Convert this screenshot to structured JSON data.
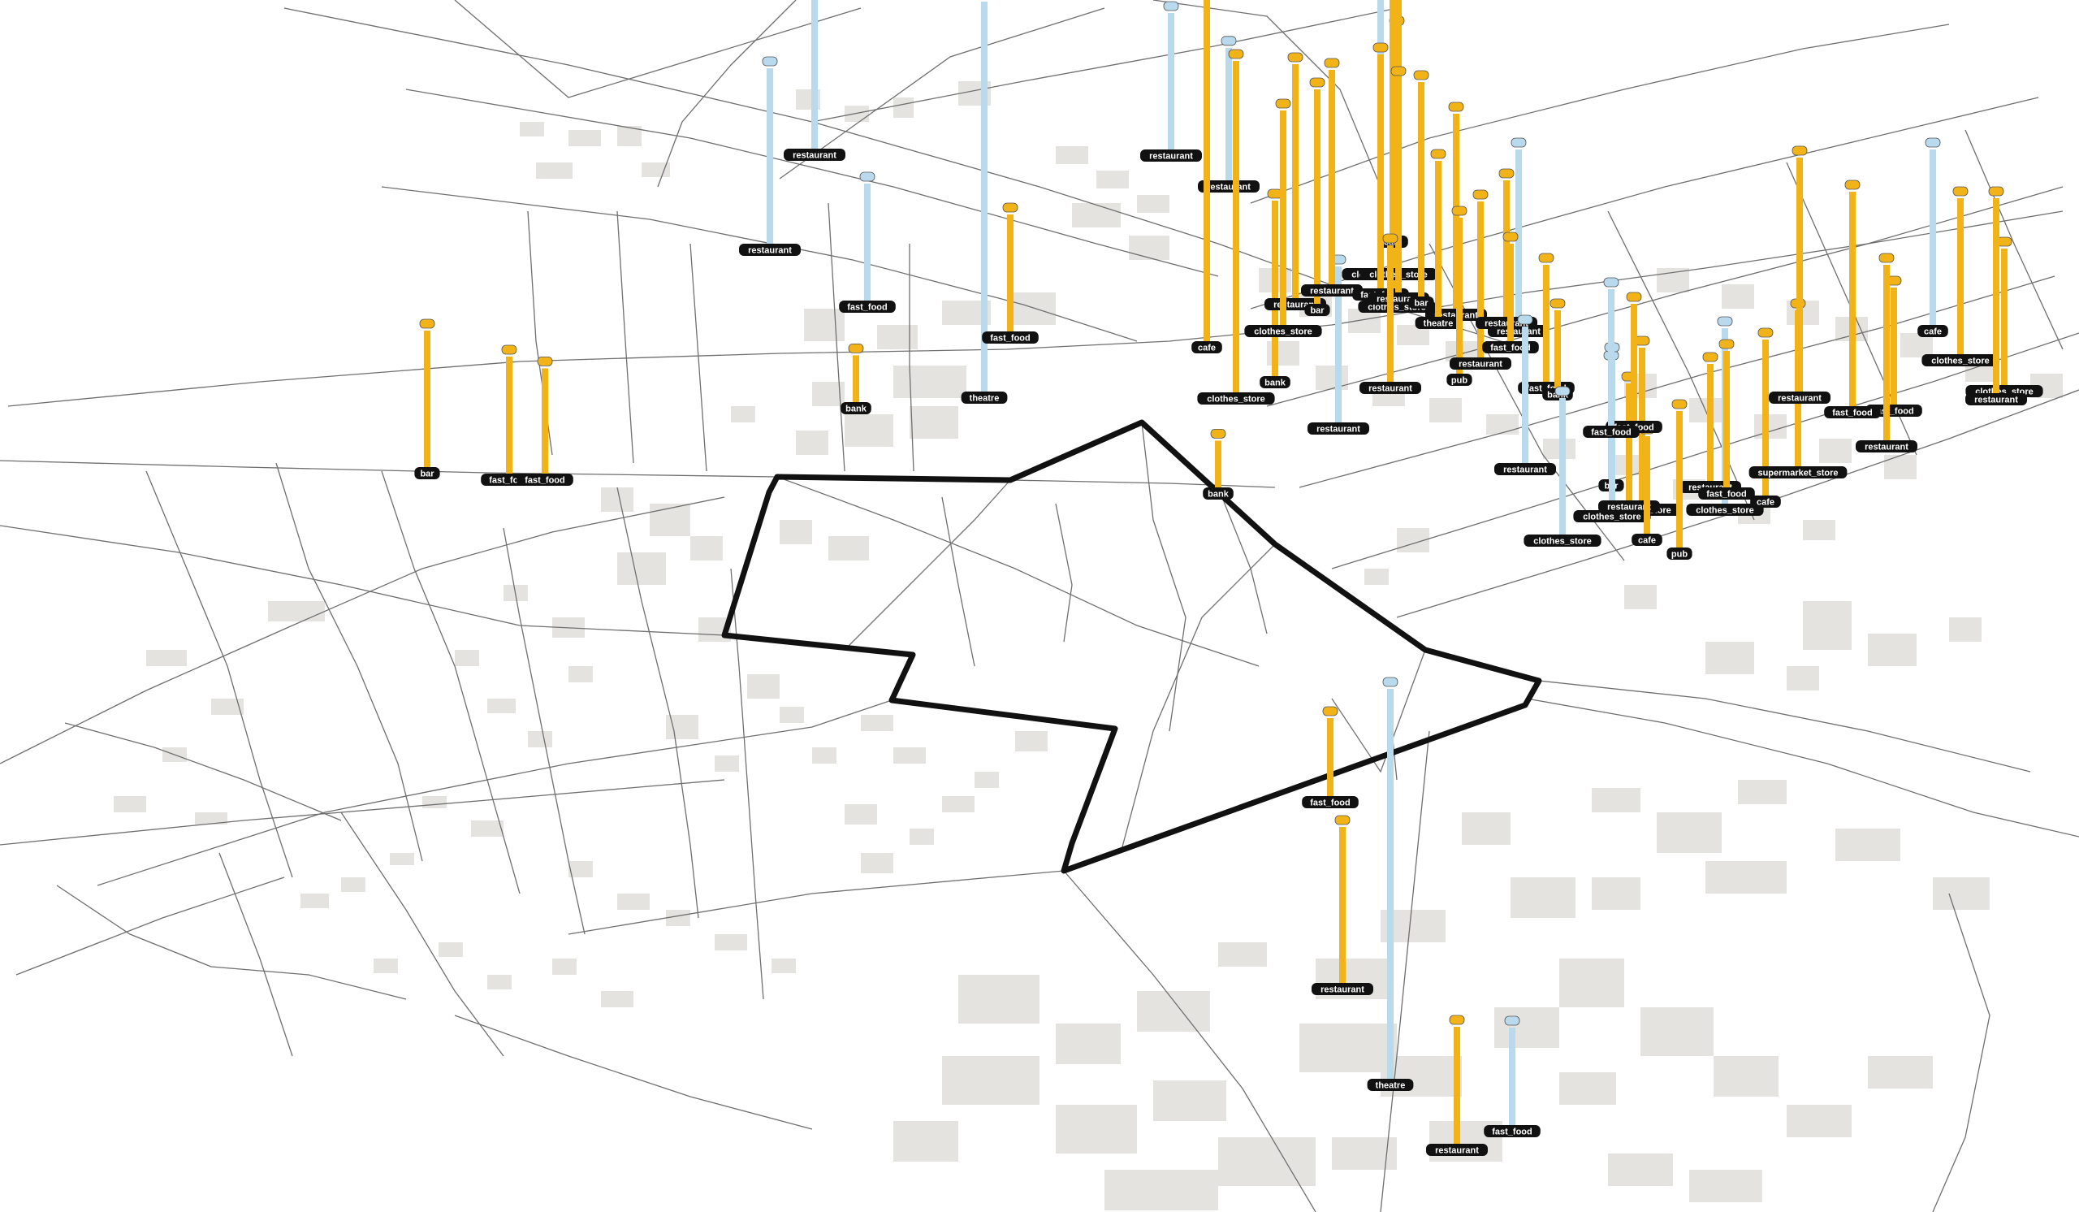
{
  "map": {
    "colors": {
      "background": "#ffffff",
      "road": "#6f6f6f",
      "building": "#e5e3e0",
      "site_boundary": "#111111",
      "bar_orange": "#f2b318",
      "bar_blue": "#b9d9ec",
      "label_bg": "#111111",
      "label_text": "#ffffff"
    },
    "pois": [
      {
        "label": "restaurant",
        "type": "blue",
        "value": 0.55
      },
      {
        "label": "restaurant",
        "type": "blue",
        "value": 0.45
      },
      {
        "label": "fast_food",
        "type": "blue",
        "value": 0.3
      },
      {
        "label": "theatre",
        "type": "blue",
        "value": 1.0
      },
      {
        "label": "fast_food",
        "type": "orange",
        "value": 0.3
      },
      {
        "label": "bank",
        "type": "orange",
        "value": 0.12
      },
      {
        "label": "bar",
        "type": "orange",
        "value": 0.35
      },
      {
        "label": "fast_food",
        "type": "orange",
        "value": 0.3
      },
      {
        "label": "fast_food",
        "type": "orange",
        "value": 0.27
      },
      {
        "label": "restaurant",
        "type": "blue",
        "value": 0.35
      },
      {
        "label": "restaurant",
        "type": "blue",
        "value": 0.34
      },
      {
        "label": "cafe",
        "type": "orange",
        "value": 0.95
      },
      {
        "label": "clothes_store",
        "type": "orange",
        "value": 0.85
      },
      {
        "label": "bank",
        "type": "orange",
        "value": 0.45
      },
      {
        "label": "restaurant",
        "type": "orange",
        "value": 0.6
      },
      {
        "label": "bar",
        "type": "orange",
        "value": 0.55
      },
      {
        "label": "clothes_store",
        "type": "orange",
        "value": 0.55
      },
      {
        "label": "restaurant",
        "type": "blue",
        "value": 0.4
      },
      {
        "label": "restaurant",
        "type": "orange",
        "value": 0.55
      },
      {
        "label": "clothes_store",
        "type": "orange",
        "value": 0.7
      },
      {
        "label": "cafe",
        "type": "orange",
        "value": 0.7
      },
      {
        "label": "clothes_store",
        "type": "blue",
        "value": 0.7
      },
      {
        "label": "clothes_store",
        "type": "orange",
        "value": 0.7
      },
      {
        "label": "fast_food",
        "type": "orange",
        "value": 0.6
      },
      {
        "label": "restaurant",
        "type": "orange",
        "value": 0.55
      },
      {
        "label": "bar",
        "type": "orange",
        "value": 0.55
      },
      {
        "label": "restaurant",
        "type": "orange",
        "value": 0.5
      },
      {
        "label": "theatre",
        "type": "orange",
        "value": 0.4
      },
      {
        "label": "restaurant",
        "type": "orange",
        "value": 0.35
      },
      {
        "label": "pub",
        "type": "orange",
        "value": 0.4
      },
      {
        "label": "restaurant",
        "type": "orange",
        "value": 0.4
      },
      {
        "label": "restaurant",
        "type": "blue",
        "value": 0.45
      },
      {
        "label": "restaurant",
        "type": "orange",
        "value": 0.35
      },
      {
        "label": "fast_food",
        "type": "orange",
        "value": 0.25
      },
      {
        "label": "fast_food",
        "type": "orange",
        "value": 0.3
      },
      {
        "label": "bank",
        "type": "orange",
        "value": 0.2
      },
      {
        "label": "cafe",
        "type": "blue",
        "value": 0.45
      },
      {
        "label": "clothes_store",
        "type": "orange",
        "value": 0.4
      },
      {
        "label": "clothes_store",
        "type": "orange",
        "value": 0.35
      },
      {
        "label": "restaurant",
        "type": "orange",
        "value": 0.5
      },
      {
        "label": "fast_food",
        "type": "orange",
        "value": 0.3
      },
      {
        "label": "restaurant",
        "type": "orange",
        "value": 0.45
      },
      {
        "label": "fast_food",
        "type": "orange",
        "value": 0.55
      },
      {
        "label": "clothes_store",
        "type": "blue",
        "value": 0.45
      },
      {
        "label": "clothes_store",
        "type": "orange",
        "value": 0.4
      },
      {
        "label": "restaurant",
        "type": "orange",
        "value": 0.3
      },
      {
        "label": "cafe",
        "type": "orange",
        "value": 0.4
      },
      {
        "label": "supermarket_store",
        "type": "orange",
        "value": 0.4
      },
      {
        "label": "fast_food",
        "type": "orange",
        "value": 0.35
      },
      {
        "label": "restaurant",
        "type": "blue",
        "value": 0.35
      },
      {
        "label": "bar",
        "type": "blue",
        "value": 0.3
      },
      {
        "label": "clothes_store",
        "type": "blue",
        "value": 0.4
      },
      {
        "label": "restaurant",
        "type": "orange",
        "value": 0.3
      },
      {
        "label": "cafe",
        "type": "orange",
        "value": 0.25
      },
      {
        "label": "clothes_store",
        "type": "blue",
        "value": 0.35
      },
      {
        "label": "pub",
        "type": "orange",
        "value": 0.35
      },
      {
        "label": "fast_food",
        "type": "orange",
        "value": 0.3
      },
      {
        "label": "restaurant",
        "type": "orange",
        "value": 0.6
      },
      {
        "label": "fast_food",
        "type": "blue",
        "value": 0.35
      },
      {
        "label": "fast_food",
        "type": "orange",
        "value": 0.2
      },
      {
        "label": "restaurant",
        "type": "orange",
        "value": 0.4
      },
      {
        "label": "theatre",
        "type": "blue",
        "value": 1.0
      },
      {
        "label": "restaurant",
        "type": "orange",
        "value": 0.3
      },
      {
        "label": "fast_food",
        "type": "blue",
        "value": 0.25
      },
      {
        "label": "bank",
        "type": "orange",
        "value": 0.12
      }
    ]
  }
}
